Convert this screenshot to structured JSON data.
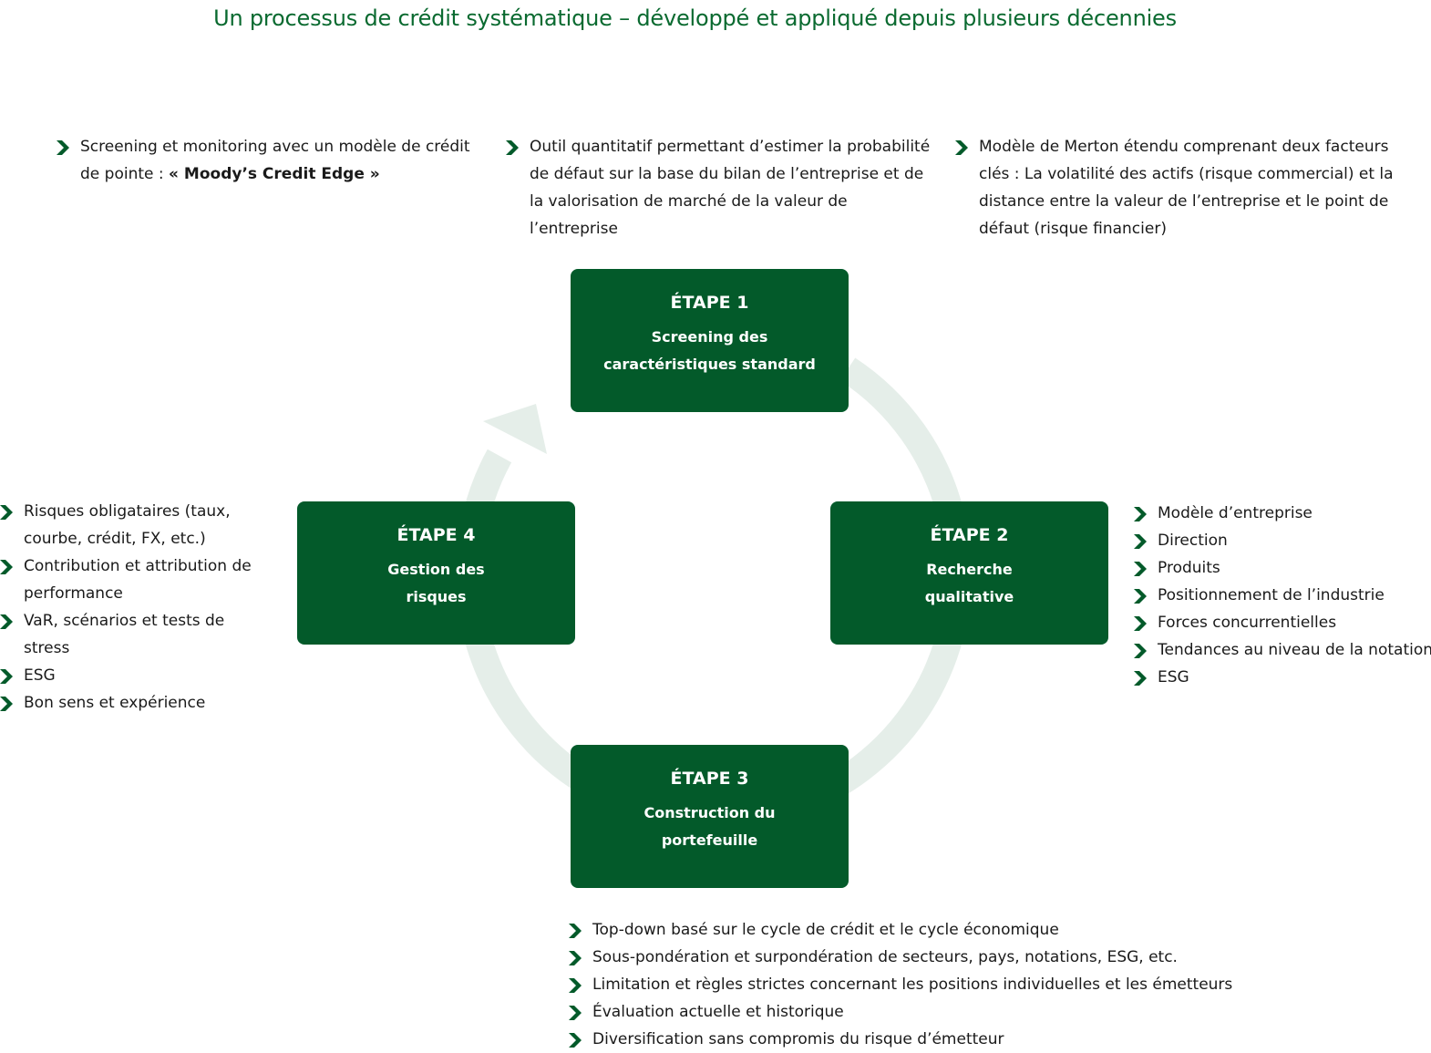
{
  "title": "Un processus de crédit systématique – développé et appliqué depuis plusieurs décennies",
  "colors": {
    "accent": "#035a2a",
    "title": "#0a6a30",
    "ring": "#e5eee9",
    "text": "#1a1a1a"
  },
  "top_notes": [
    {
      "text": "Screening et monitoring avec un modèle de crédit de pointe : ",
      "bold": "« Moody’s Credit Edge »"
    },
    {
      "text": "Outil quantitatif permettant d’estimer la probabilité de défaut sur la base du bilan de l’entreprise et de la valorisation de marché de la valeur de l’entreprise"
    },
    {
      "text": "Modèle de Merton étendu comprenant deux facteurs clés : La volatilité des actifs (risque commercial) et la distance entre la valeur de l’entreprise et le point de défaut (risque financier)"
    }
  ],
  "steps": [
    {
      "label": "ÉTAPE 1",
      "name": "Screening des caractéristiques standard"
    },
    {
      "label": "ÉTAPE 2",
      "name": "Recherche qualitative"
    },
    {
      "label": "ÉTAPE 3",
      "name": "Construction du portefeuille"
    },
    {
      "label": "ÉTAPE 4",
      "name": "Gestion des risques"
    }
  ],
  "step2_items": [
    "Modèle d’entreprise",
    "Direction",
    "Produits",
    "Positionnement de l’industrie",
    "Forces concurrentielles",
    "Tendances au niveau de la notation",
    "ESG"
  ],
  "step3_items": [
    "Top-down basé sur le cycle de crédit et le cycle économique",
    "Sous-pondération et surpondération de secteurs, pays, notations, ESG, etc.",
    "Limitation et règles strictes concernant les positions individuelles et les émetteurs",
    "Évaluation actuelle et historique",
    "Diversification sans compromis du risque d’émetteur"
  ],
  "step4_items": [
    "Risques obligataires (taux, courbe, crédit, FX, etc.)",
    "Contribution et attribution de performance",
    "VaR, scénarios et tests de stress",
    "ESG",
    "Bon sens et expérience"
  ],
  "icons": {
    "bullet": "chevron-right-icon",
    "cycle": "cycle-arrow-icon"
  }
}
